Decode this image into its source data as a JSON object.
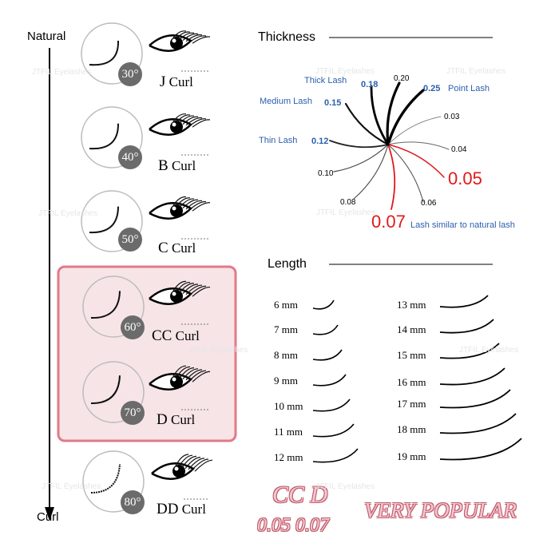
{
  "axis": {
    "top_label": "Natural",
    "bottom_label": "Curl"
  },
  "curls": [
    {
      "degree": "30°",
      "prefix": "J",
      "suffix": "Curl"
    },
    {
      "degree": "40°",
      "prefix": "B",
      "suffix": "Curl"
    },
    {
      "degree": "50°",
      "prefix": "C",
      "suffix": "Curl"
    },
    {
      "degree": "60°",
      "prefix": "CC",
      "suffix": "Curl"
    },
    {
      "degree": "70°",
      "prefix": "D",
      "suffix": "Curl"
    },
    {
      "degree": "80°",
      "prefix": "DD",
      "suffix": "Curl"
    }
  ],
  "thickness": {
    "title": "Thickness",
    "values": [
      "0.20",
      "0.25",
      "0.03",
      "0.04",
      "0.05",
      "0.06",
      "0.07",
      "0.08",
      "0.10",
      "0.12",
      "0.15",
      "0.18"
    ],
    "labels": {
      "thick": "Thick Lash",
      "point": "Point Lash",
      "medium": "Medium Lash",
      "thin": "Thin Lash",
      "natural": "Lash similar to natural lash"
    },
    "highlight_color": "#e0191a",
    "label_color": "#2b5fae"
  },
  "length": {
    "title": "Length",
    "left": [
      "6 mm",
      "7 mm",
      "8 mm",
      "9 mm",
      "10 mm",
      "11 mm",
      "12 mm"
    ],
    "right": [
      "13 mm",
      "14 mm",
      "15 mm",
      "16 mm",
      "17 mm",
      "18 mm",
      "19 mm"
    ]
  },
  "promo": {
    "curls": "CC  D",
    "sizes": "0.05 0.07",
    "tag": "VERY POPULAR"
  },
  "watermark": "JTFIL Eyelashes",
  "colors": {
    "highlight_box_border": "#e07a8a",
    "highlight_box_fill": "#f6e4e6",
    "badge": "#6b6b6b"
  }
}
